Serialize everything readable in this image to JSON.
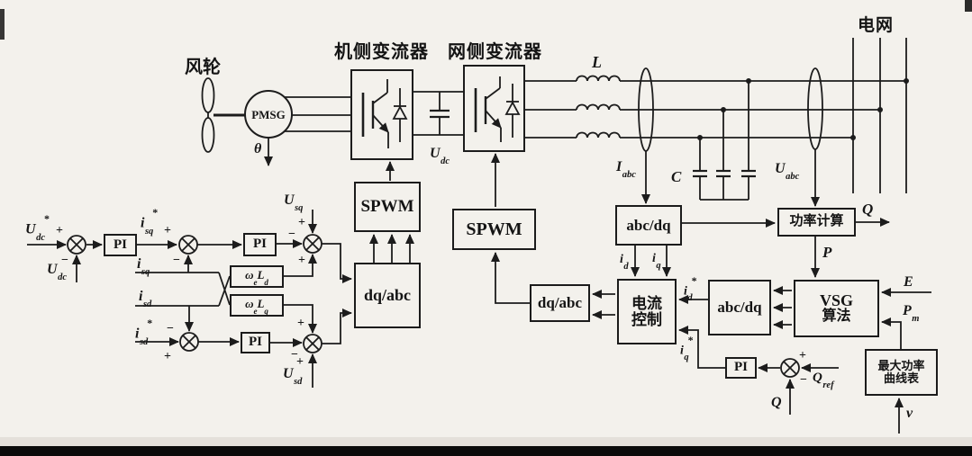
{
  "headings": {
    "wind_turbine": "风轮",
    "machine_converter": "机侧变流器",
    "grid_converter": "网侧变流器",
    "grid": "电网"
  },
  "blocks": {
    "pmsg": "PMSG",
    "spwm": "SPWM",
    "dqabc": "dq/abc",
    "abcdq": "abc/dq",
    "pi": "PI",
    "current_control_line1": "电流",
    "current_control_line2": "控制",
    "vsg_line1": "VSG",
    "vsg_line2": "算法",
    "power_calc": "功率计算",
    "mppt_line1": "最大功率",
    "mppt_line2": "曲线表",
    "weld": {
      "v": "ω",
      "sub": "e",
      "v2": "L",
      "sub2": "d"
    },
    "welq": {
      "v": "ω",
      "sub": "e",
      "v2": "L",
      "sub2": "q"
    }
  },
  "signals": {
    "udc_ref": {
      "v": "U",
      "sub": "dc",
      "sup": "*"
    },
    "udc_fb": {
      "v": "U",
      "sub": "dc"
    },
    "udc_link": {
      "v": "U",
      "sub": "dc"
    },
    "isq_ref": {
      "v": "i",
      "sub": "sq",
      "sup": "*"
    },
    "isq": {
      "v": "i",
      "sub": "sq"
    },
    "isd": {
      "v": "i",
      "sub": "sd"
    },
    "isd_ref": {
      "v": "i",
      "sub": "sd",
      "sup": "*"
    },
    "usq": {
      "v": "U",
      "sub": "sq"
    },
    "usd": {
      "v": "U",
      "sub": "sd"
    },
    "theta": {
      "v": "θ"
    },
    "L": {
      "v": "L"
    },
    "iabc": {
      "v": "I",
      "sub": "abc"
    },
    "C": {
      "v": "C"
    },
    "uabc": {
      "v": "U",
      "sub": "abc"
    },
    "id": {
      "v": "i",
      "sub": "d"
    },
    "iq": {
      "v": "i",
      "sub": "q"
    },
    "id_ref": {
      "v": "i",
      "sub": "d",
      "sup": "*"
    },
    "iq_ref": {
      "v": "i",
      "sub": "q",
      "sup": "*"
    },
    "P": {
      "v": "P"
    },
    "Q_out": {
      "v": "Q"
    },
    "E": {
      "v": "E"
    },
    "Pm": {
      "v": "P",
      "sub": "m"
    },
    "Qref": {
      "v": "Q",
      "sub": "ref"
    },
    "Q_fb": {
      "v": "Q"
    },
    "v": {
      "v": "v"
    }
  },
  "signs": {
    "plus": "+",
    "minus": "−"
  },
  "colors": {
    "ink": "#1c1c1c",
    "paper": "#f3f1ec",
    "bar": "#0a0a0a"
  }
}
